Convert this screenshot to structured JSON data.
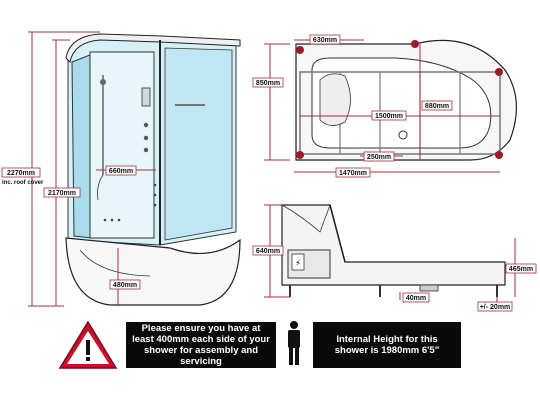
{
  "front_view": {
    "dims": {
      "total_height_incl_roof": "2270mm",
      "roof_cover_note": "inc. roof cover",
      "cabin_height": "2170mm",
      "door_width": "660mm",
      "tray_height": "480mm"
    }
  },
  "top_view": {
    "dims": {
      "seat_width": "630mm",
      "depth": "850mm",
      "inner_depth": "880mm",
      "bath_length": "1500mm",
      "drain_offset": "250mm",
      "overall_length": "1470mm"
    }
  },
  "side_view": {
    "dims": {
      "height": "640mm",
      "tray_height": "465mm",
      "drain_clearance": "40mm",
      "leg_adjust": "+/- 20mm"
    }
  },
  "notices": {
    "assembly_text": "Please ensure you have at least 400mm each side of your shower for assembly and servicing",
    "height_text": "Internal Height for this shower is 1980mm 6'5\""
  },
  "colors": {
    "dimension_lines": "#a0303a",
    "warning_triangle": "#c8102e",
    "notice_background": "#0a0a0a"
  }
}
